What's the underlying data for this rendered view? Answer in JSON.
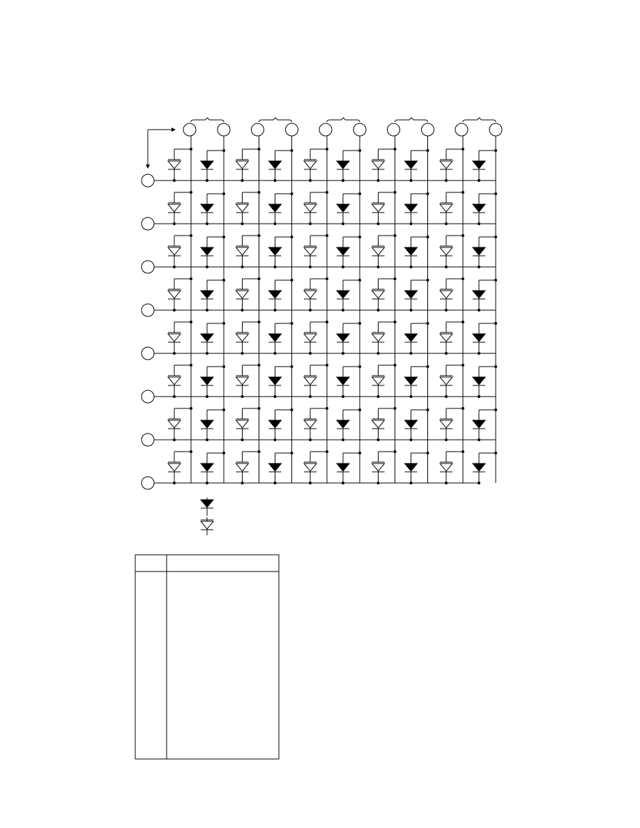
{
  "matrix": {
    "column_pairs": 5,
    "rows": 8,
    "diode_types": [
      "open",
      "filled"
    ]
  },
  "legend": {
    "symbols": [
      "filled-diode",
      "open-diode"
    ]
  },
  "table": {
    "header": [],
    "rows": []
  },
  "colors": {
    "line": "#000000",
    "background": "#ffffff"
  }
}
